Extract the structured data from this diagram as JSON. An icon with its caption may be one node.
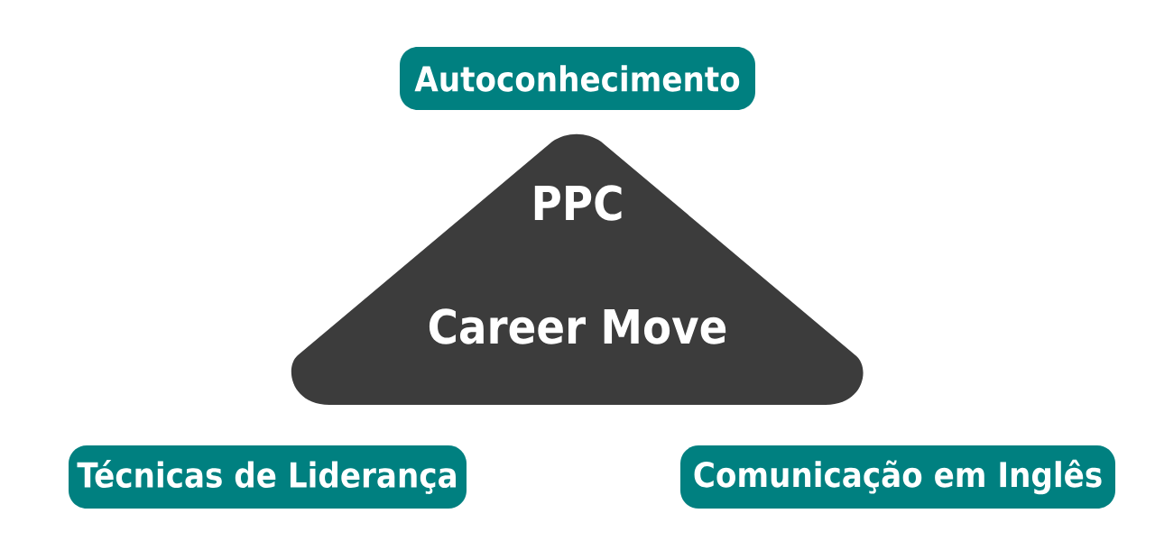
{
  "diagram": {
    "nodes": [
      {
        "text": [
          "PPC",
          "Career Move"
        ]
      },
      {
        "text": [
          "Autoconhecimento"
        ]
      },
      {
        "text": [
          "Técnicas de Liderança"
        ]
      },
      {
        "text": [
          "Comunicação em Inglês"
        ]
      }
    ]
  }
}
